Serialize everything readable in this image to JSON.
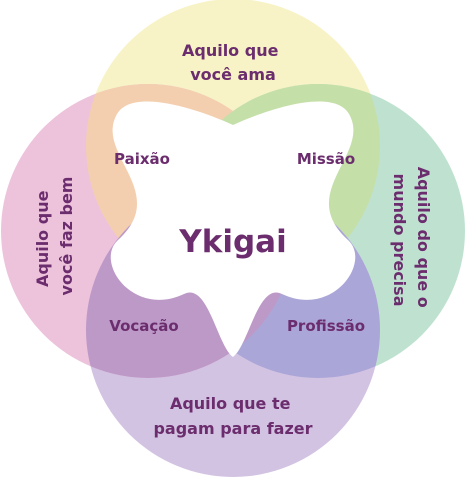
{
  "title": "Ykigai",
  "circles": {
    "top": {
      "lines": [
        "Aquilo que",
        "você ama"
      ],
      "color": "#f7f3c6"
    },
    "right": {
      "lines": [
        "Aquilo do que o",
        "mundo precisa"
      ],
      "color": "#bfe2d0"
    },
    "bottom": {
      "lines": [
        "Aquilo que te",
        "pagam para fazer"
      ],
      "color": "#d3c3e2"
    },
    "left": {
      "lines": [
        "Aquilo que",
        "você faz bem"
      ],
      "color": "#edc3dc"
    }
  },
  "overlaps": {
    "top_left": {
      "label": "Paixão",
      "color": "#f3cfb0"
    },
    "top_right": {
      "label": "Missão",
      "color": "#c5dfa9"
    },
    "bottom_right": {
      "label": "Profissão",
      "color": "#aba6d8"
    },
    "bottom_left": {
      "label": "Vocação",
      "color": "#bd99c8"
    }
  },
  "colors": {
    "text": "#6b2d6d",
    "center": "#ffffff"
  }
}
